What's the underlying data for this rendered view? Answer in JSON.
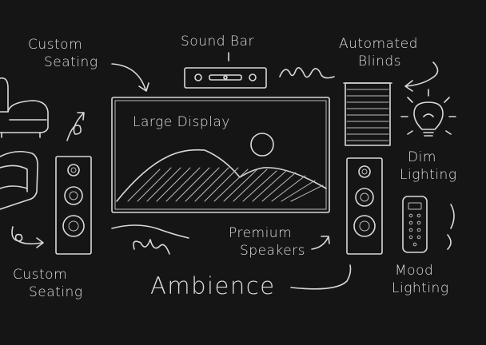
{
  "labels": {
    "custom_seating_top": [
      "Custom",
      "Seating"
    ],
    "sound_bar": "Sound Bar",
    "automated_blinds": [
      "Automated",
      "Blinds"
    ],
    "large_display": "Large Display",
    "dim_lighting": [
      "Dim",
      "Lighting"
    ],
    "premium_speakers": [
      "Premium",
      "Speakers"
    ],
    "custom_seating_bottom": [
      "Custom",
      "Seating"
    ],
    "ambience": "Ambience",
    "mood_lighting": [
      "Mood",
      "Lighting"
    ]
  },
  "colors": {
    "background": "#151515",
    "chalk": "#d9d9d9"
  }
}
